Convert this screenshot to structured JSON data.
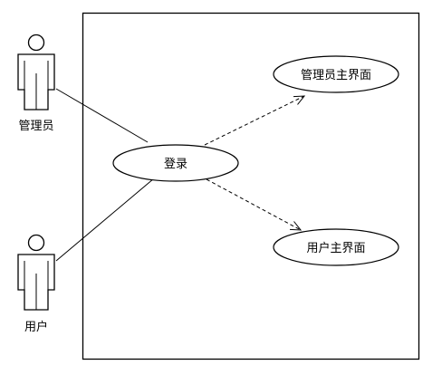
{
  "actors": {
    "admin": {
      "label": "管理员",
      "icon": "stick-figure-actor-icon"
    },
    "user": {
      "label": "用户",
      "icon": "stick-figure-actor-icon"
    }
  },
  "use_cases": {
    "login": {
      "label": "登录"
    },
    "admin_main": {
      "label": "管理员主界面"
    },
    "user_main": {
      "label": "用户主界面"
    }
  },
  "relations": [
    {
      "from": "管理员",
      "to": "登录",
      "style": "solid association"
    },
    {
      "from": "用户",
      "to": "登录",
      "style": "solid association"
    },
    {
      "from": "登录",
      "to": "管理员主界面",
      "style": "dashed arrow"
    },
    {
      "from": "登录",
      "to": "用户主界面",
      "style": "dashed arrow"
    }
  ]
}
